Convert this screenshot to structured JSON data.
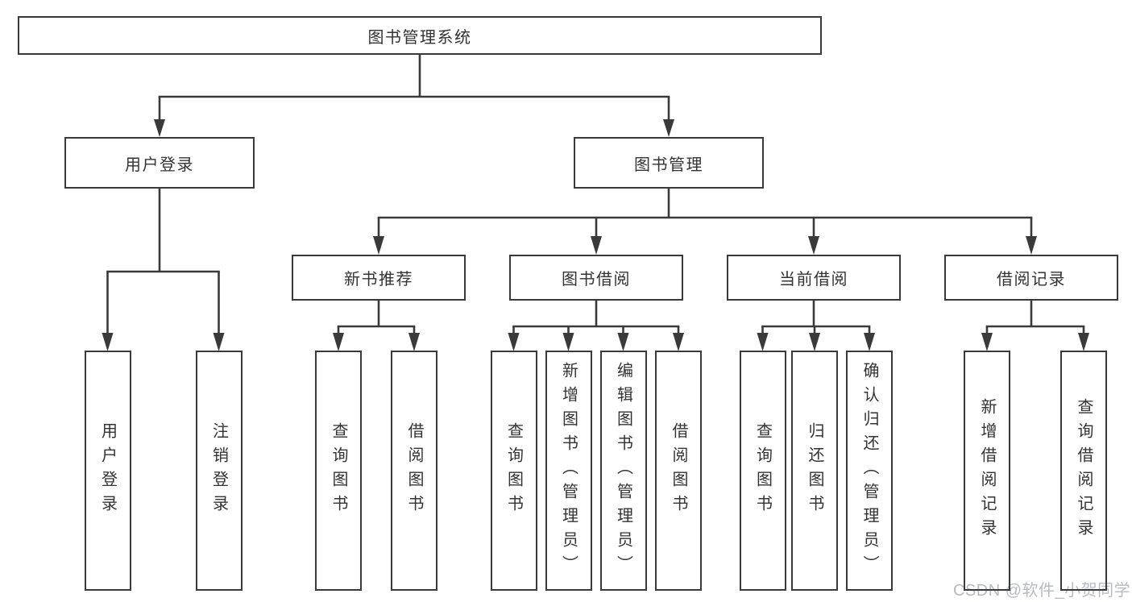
{
  "colors": {
    "line": "#3a3a3a",
    "box-border": "#3a3a3a",
    "text": "#333333",
    "watermark": "#b7bbc0",
    "background": "#ffffff"
  },
  "diagram": {
    "root": {
      "label": "图书管理系统"
    },
    "level2": {
      "user_login": {
        "label": "用户登录"
      },
      "book_management": {
        "label": "图书管理"
      }
    },
    "level3": {
      "new_book_recommend": {
        "label": "新书推荐"
      },
      "book_borrowing": {
        "label": "图书借阅"
      },
      "current_borrowing": {
        "label": "当前借阅"
      },
      "borrowing_records": {
        "label": "借阅记录"
      }
    },
    "leaves": {
      "user_login": {
        "label": "用户登录"
      },
      "logout": {
        "label": "注销登录"
      },
      "recommend_query_books": {
        "label": "查询图书"
      },
      "recommend_borrow_books": {
        "label": "借阅图书"
      },
      "borrowing_query_books": {
        "label": "查询图书"
      },
      "borrowing_add_books": {
        "label": "新增图书（管理员）"
      },
      "borrowing_edit_books": {
        "label": "编辑图书（管理员）"
      },
      "borrowing_borrow_books": {
        "label": "借阅图书"
      },
      "current_query_books": {
        "label": "查询图书"
      },
      "current_return_books": {
        "label": "归还图书"
      },
      "current_confirm_return": {
        "label": "确认归还（管理员）"
      },
      "records_add_record": {
        "label": "新增借阅记录"
      },
      "records_query_record": {
        "label": "查询借阅记录"
      }
    }
  },
  "watermark": {
    "text": "CSDN @软件_小贺同学"
  }
}
